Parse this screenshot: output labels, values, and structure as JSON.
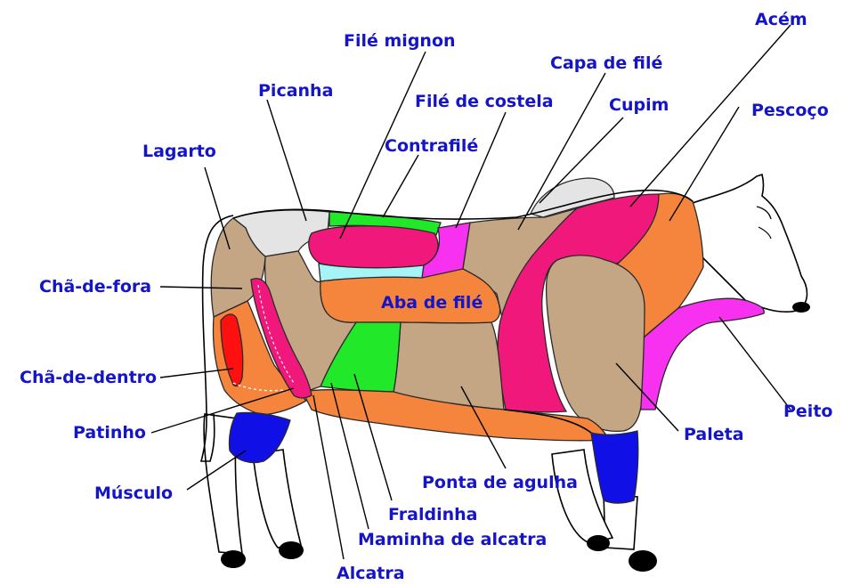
{
  "labels": {
    "file_mignon": "Filé mignon",
    "acem": "Acém",
    "capa_de_file": "Capa de filé",
    "picanha": "Picanha",
    "file_de_costela": "Filé de costela",
    "cupim": "Cupim",
    "pescoco": "Pescoço",
    "lagarto": "Lagarto",
    "contrafile": "Contrafilé",
    "cha_de_fora": "Chã-de-fora",
    "aba_de_file": "Aba de filé",
    "cha_de_dentro": "Chã-de-dentro",
    "peito": "Peito",
    "patinho": "Patinho",
    "paleta": "Paleta",
    "musculo": "Músculo",
    "ponta_de_agulha": "Ponta de agulha",
    "fraldinha": "Fraldinha",
    "maminha_de_alcatra": "Maminha de alcatra",
    "alcatra": "Alcatra"
  },
  "colors": {
    "label": "#1515c8",
    "tan": "#c4a584",
    "orange": "#f5853c",
    "magenta": "#f0187a",
    "green": "#22e82a",
    "cyan": "#a6f4f8",
    "pink": "#f830f0",
    "red": "#ff1010",
    "blue": "#1010e6",
    "lightgray": "#e4e4e4"
  }
}
